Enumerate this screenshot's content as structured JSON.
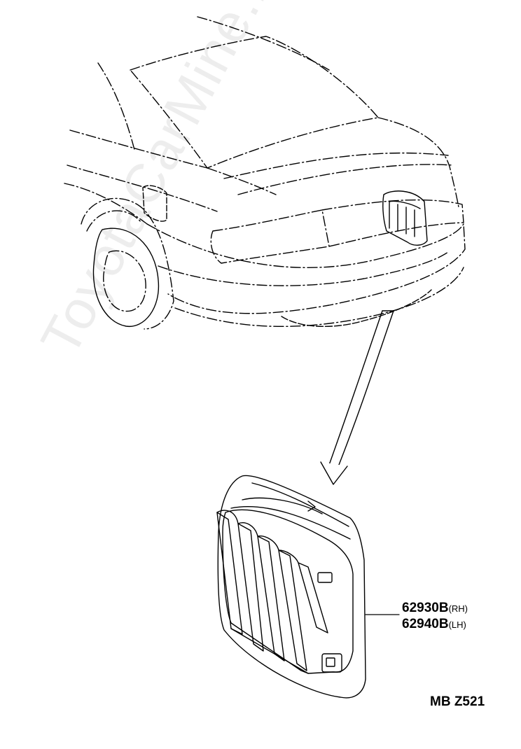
{
  "watermark": "ToyotaCarMine.ru",
  "parts": [
    {
      "number": "62930B",
      "side": "(RH)"
    },
    {
      "number": "62940B",
      "side": "(LH)"
    }
  ],
  "diagram_code": "MB Z521"
}
